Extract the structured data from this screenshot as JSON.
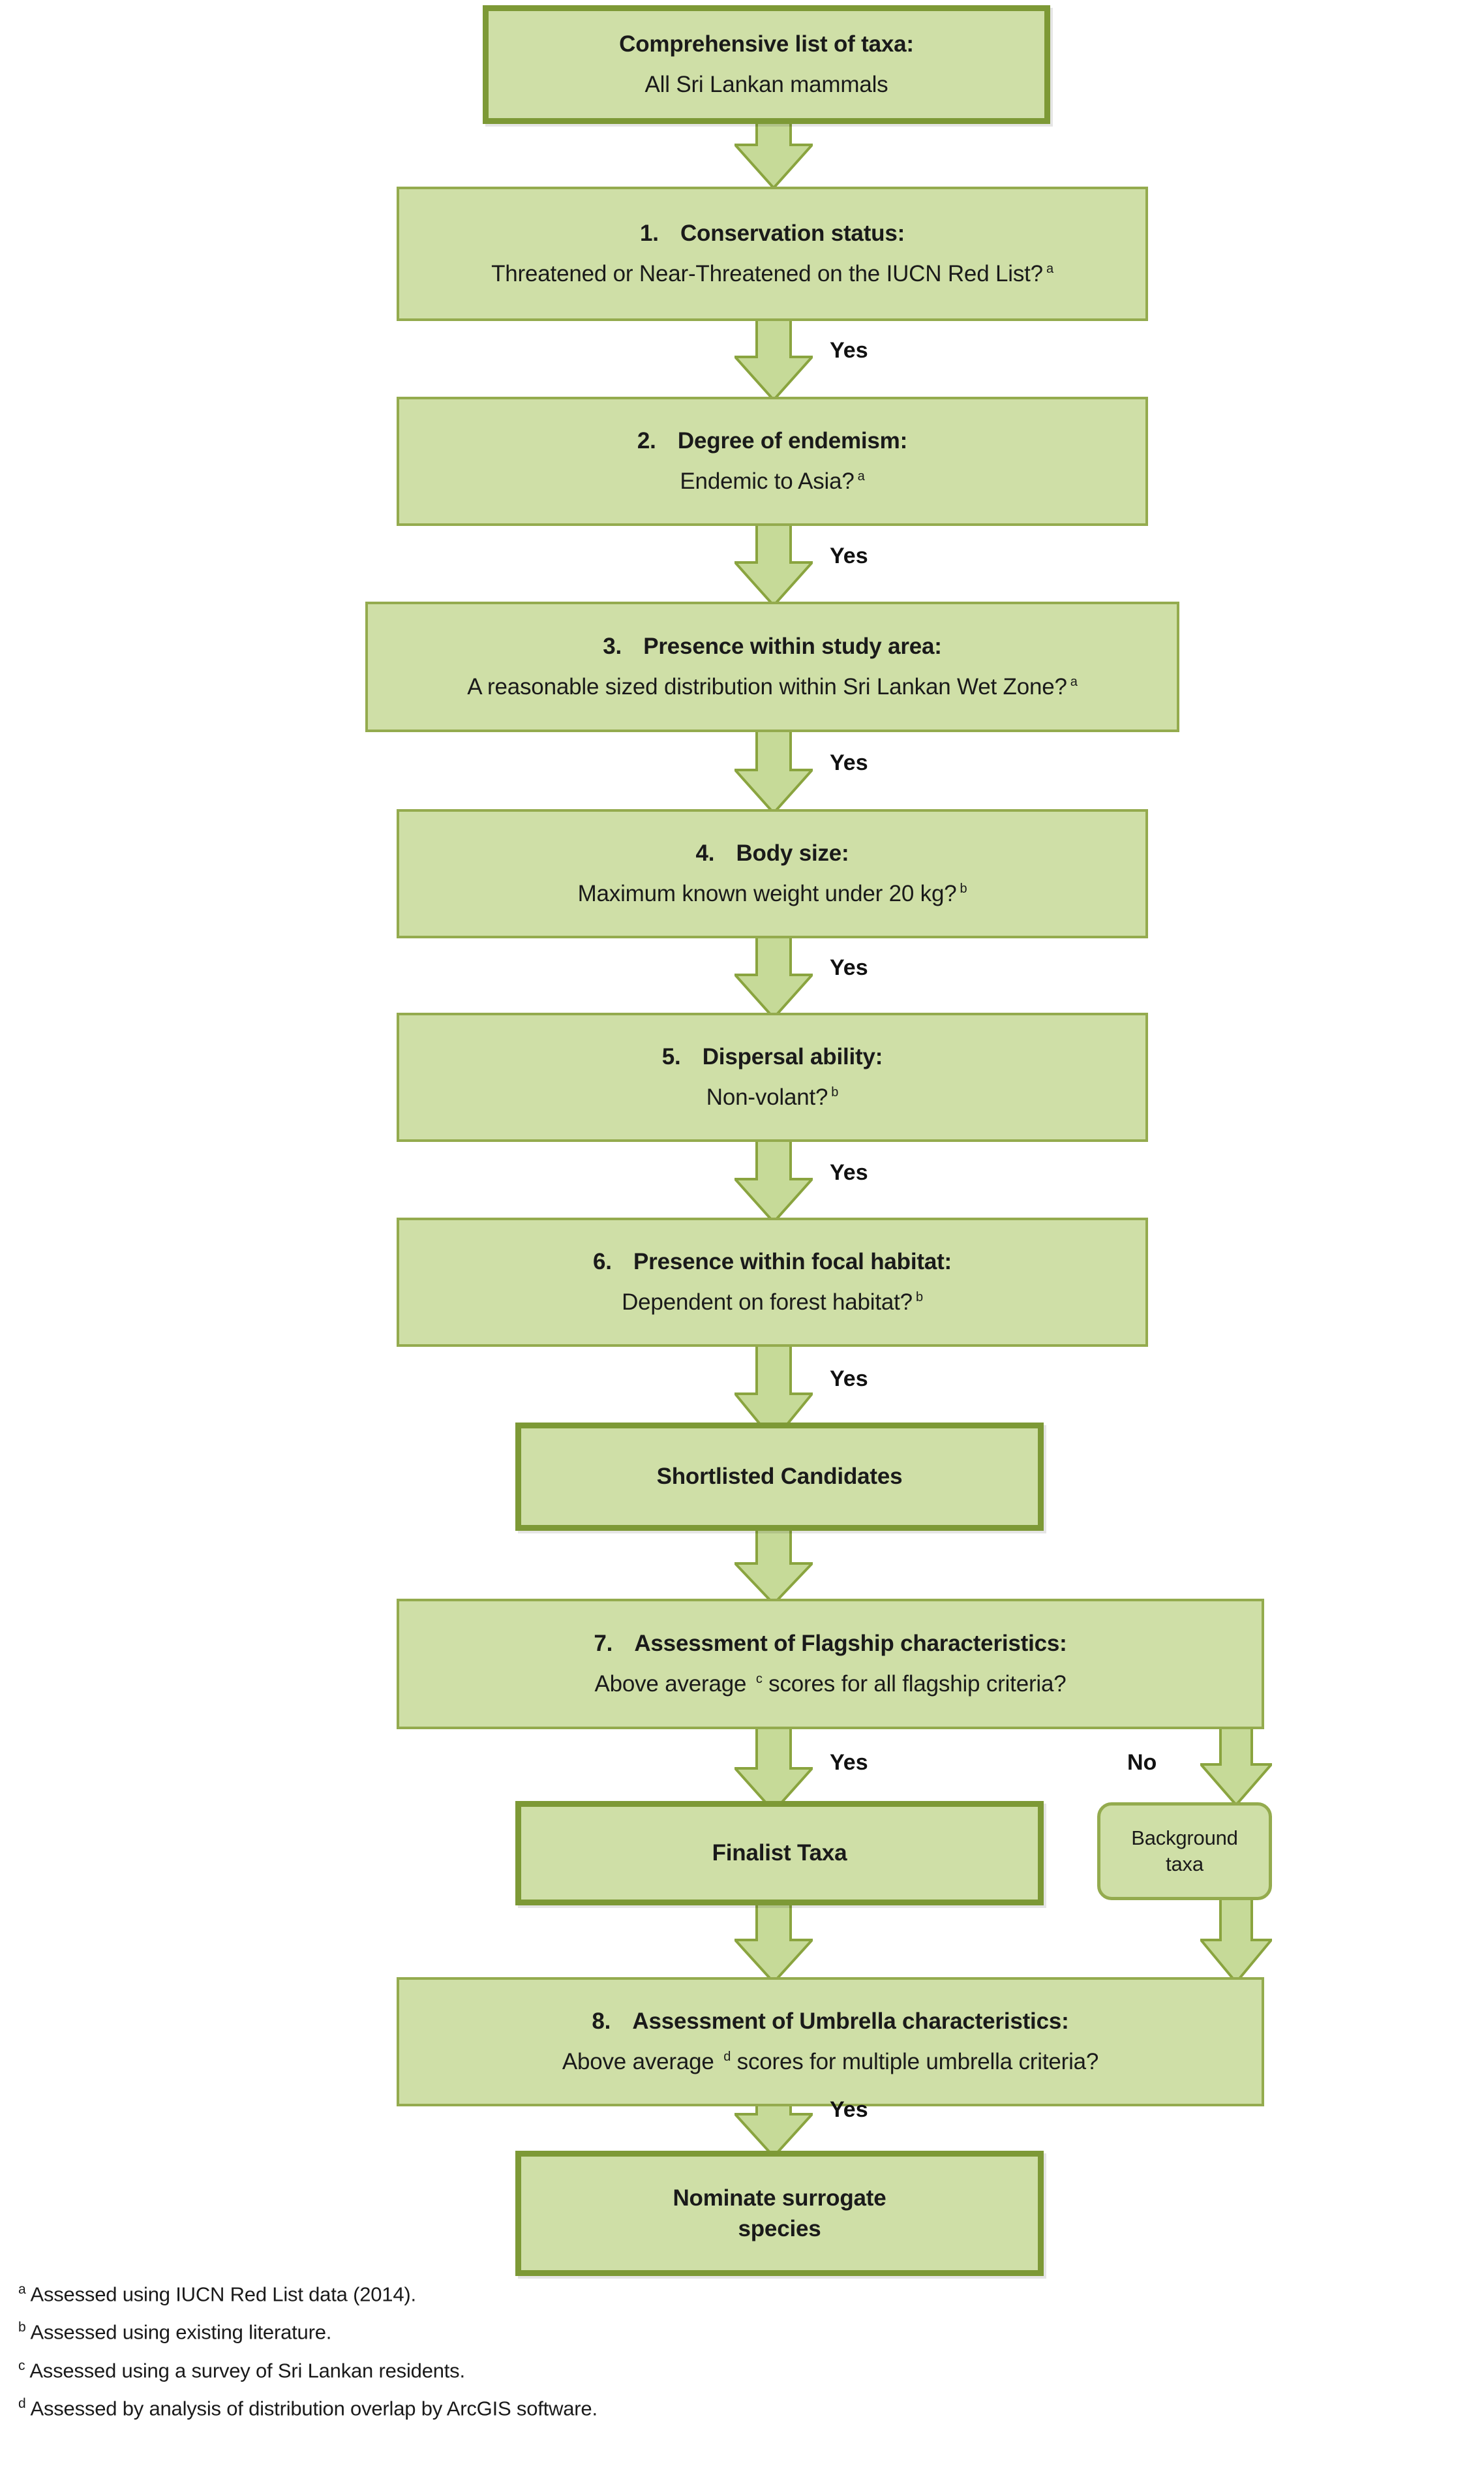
{
  "diagram": {
    "title": "Surrogate species selection flowchart",
    "colors": {
      "box_fill": "#cfdfa7",
      "box_border": "#94ab4e",
      "box_border_thick": "#7d9936",
      "arrow_fill": "#c6da98",
      "arrow_border": "#8aa43f",
      "text": "#1a1a1a"
    },
    "nodes": [
      {
        "id": "comprehensive-list",
        "title": "Comprehensive list of taxa:",
        "subtitle": "All Sri Lankan mammals",
        "marker": "",
        "number": ""
      },
      {
        "id": "step-1-conservation-status",
        "number": "1.",
        "title": "Conservation status:",
        "subtitle": "Threatened or Near-Threatened on the IUCN Red List?",
        "marker": "a"
      },
      {
        "id": "step-2-degree-of-endemism",
        "number": "2.",
        "title": "Degree of endemism:",
        "subtitle": "Endemic to Asia?",
        "marker": "a"
      },
      {
        "id": "step-3-presence-within-study-area",
        "number": "3.",
        "title": "Presence within study area:",
        "subtitle": "A reasonable sized distribution within Sri Lankan Wet Zone?",
        "marker": "a"
      },
      {
        "id": "step-4-body-size",
        "number": "4.",
        "title": "Body size:",
        "subtitle": "Maximum known weight under 20 kg?",
        "marker": "b"
      },
      {
        "id": "step-5-dispersal-ability",
        "number": "5.",
        "title": "Dispersal ability:",
        "subtitle": "Non-volant?",
        "marker": "b"
      },
      {
        "id": "step-6-presence-within-focal-habitat",
        "number": "6.",
        "title": "Presence within focal habitat:",
        "subtitle": "Dependent on forest habitat?",
        "marker": "b"
      },
      {
        "id": "shortlisted-candidates",
        "title": "Shortlisted Candidates"
      },
      {
        "id": "step-7-flagship-characteristics",
        "number": "7.",
        "title": "Assessment of Flagship characteristics:",
        "subtitle_before": "Above average ",
        "marker": "c",
        "subtitle_after": " scores for all flagship criteria?"
      },
      {
        "id": "finalist-taxa",
        "title": "Finalist Taxa"
      },
      {
        "id": "background-taxa",
        "title": "Background taxa",
        "line1": "Background",
        "line2": "taxa"
      },
      {
        "id": "step-8-umbrella-characteristics",
        "number": "8.",
        "title": "Assessment of Umbrella characteristics:",
        "subtitle_before": "Above average ",
        "marker": "d",
        "subtitle_after": " scores for multiple umbrella criteria?"
      },
      {
        "id": "nominate-surrogate-species",
        "line1": "Nominate surrogate",
        "line2": "species"
      }
    ],
    "edge_labels": {
      "yes": "Yes",
      "no": "No"
    },
    "footnotes": [
      {
        "mark": "a",
        "text": "Assessed using IUCN Red List data (2014)."
      },
      {
        "mark": "b",
        "text": "Assessed using existing literature."
      },
      {
        "mark": "c",
        "text": "Assessed using a survey of Sri Lankan residents."
      },
      {
        "mark": "d",
        "text": "Assessed by analysis of distribution overlap by ArcGIS software."
      }
    ]
  }
}
